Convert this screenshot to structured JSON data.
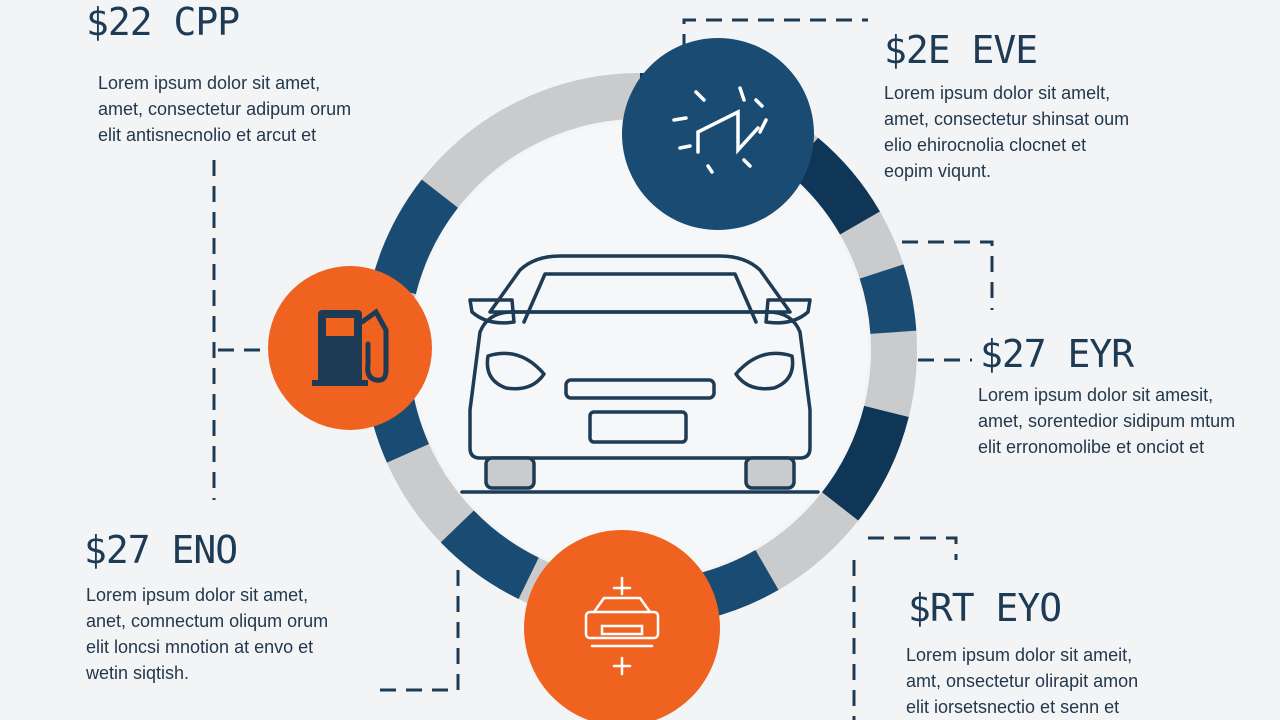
{
  "colors": {
    "navy": "#194b73",
    "dark_navy": "#0f3656",
    "light_gray": "#c9cbcd",
    "orange": "#f0621f",
    "outline": "#1d3b55",
    "background": "#f3f4f6"
  },
  "icons": {
    "center": "car-front-icon",
    "top_right": "clock-arrows-icon",
    "left": "fuel-pump-icon",
    "bottom": "car-service-icon"
  },
  "blocks": {
    "top_left": {
      "heading": "$22 CPP",
      "lines": [
        "Lorem ipsum dolor sit amet,",
        "amet, consectetur adipum orum",
        "elit antisnecnolio et arcut et"
      ]
    },
    "top_right": {
      "heading": "$2E EVE",
      "lines": [
        "Lorem ipsum dolor sit amelt,",
        "amet, consectetur shinsat oum",
        "elio ehirocnolia clocnet et",
        "eopim viqunt."
      ]
    },
    "middle_right": {
      "heading": "$27 EYR",
      "lines": [
        "Lorem ipsum dolor sit amesit,",
        "amet, sorentedior sidipum mtum",
        "elit erronomolibe et onciot et"
      ]
    },
    "bottom_left": {
      "heading": "$27 ENO",
      "lines": [
        "Lorem ipsum dolor sit amet,",
        "anet, comnectum oliqum orum",
        "elit loncsi mnotion at envo et",
        "wetin siqtish."
      ]
    },
    "bottom_right": {
      "heading": "$RT EYO",
      "lines": [
        "Lorem ipsum dolor sit ameit,",
        "amt, onsectetur olirapit amon",
        "elit iorsetsnectio et senn et"
      ]
    }
  }
}
